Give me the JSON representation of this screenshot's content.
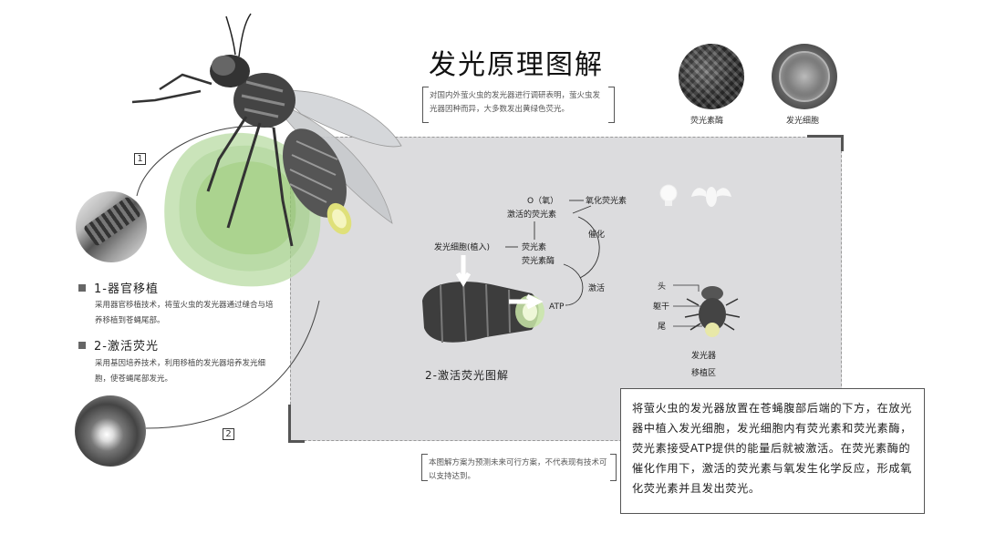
{
  "title": "发光原理图解",
  "intro_note": "对国内外萤火虫的发光器进行调研表明，萤火虫发光器因种而异，大多数发出黄绿色荧光。",
  "micro_images": [
    {
      "label": "荧光素酶",
      "icon": "enzyme-micrograph"
    },
    {
      "label": "发光细胞",
      "icon": "cell-micrograph"
    }
  ],
  "badges": [
    "1",
    "2"
  ],
  "sections": [
    {
      "heading": "1-器官移植",
      "body": "采用器官移植技术，将萤火虫的发光器通过缝合与培养移植到苍蝇尾部。"
    },
    {
      "heading": "2-激活荧光",
      "body": "采用基因培养技术，利用移植的发光器培养发光细胞，使苍蝇尾部发光。"
    }
  ],
  "diagram": {
    "oxygen": "O（氧）",
    "oxyluciferin": "氧化荧光素",
    "activated_luciferin": "激活的荧光素",
    "catalysis": "催化",
    "light_cell": "发光细胞(植入)",
    "luciferin": "荧光素",
    "luciferase": "荧光素酶",
    "activate": "激活",
    "atp": "ATP",
    "panel_label": "2-激活荧光图解"
  },
  "firefly_labels": {
    "head": "头",
    "trunk": "躯干",
    "tail": "尾",
    "region_line1": "发光器",
    "region_line2": "移植区"
  },
  "bottom_note": "本图解方案为预测未来可行方案，不代表现有技术可以支持达到。",
  "explanation": "将萤火虫的发光器放置在苍蝇腹部后端的下方，在放光器中植入发光细胞，发光细胞内有荧光素和荧光素酶，荧光素接受ATP提供的能量后就被激活。在荧光素酶的催化作用下，激活的荧光素与氧发生化学反应，形成氧化荧光素并且发出荧光。",
  "colors": {
    "panel": "#dcdcde",
    "glow": "#8fc56a",
    "text": "#222222"
  }
}
